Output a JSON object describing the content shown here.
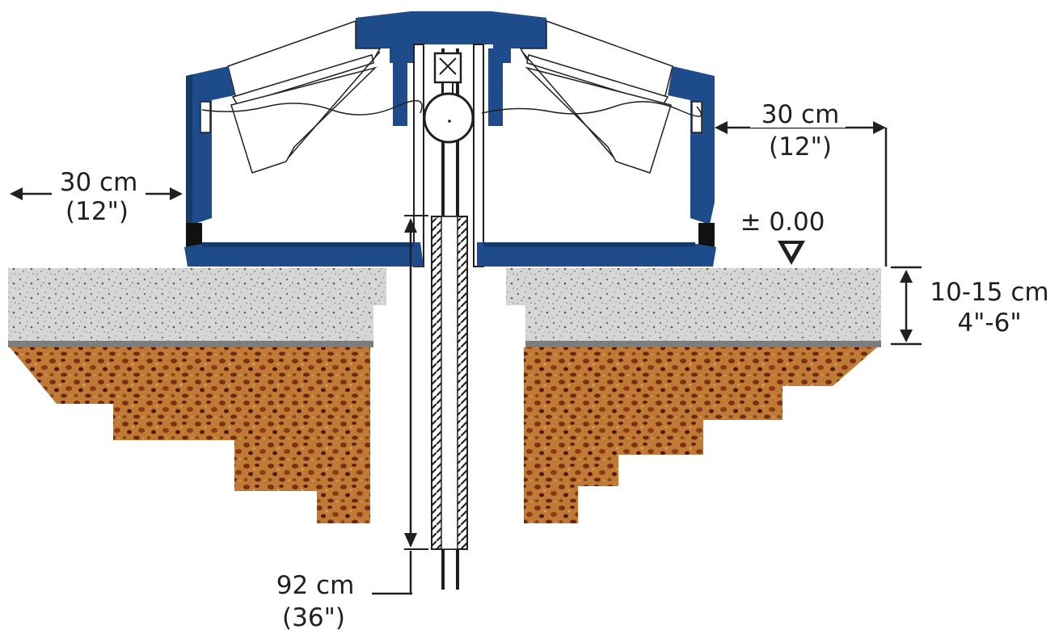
{
  "labels": {
    "left_clearance": {
      "metric": "30 cm",
      "imperial": "(12\")"
    },
    "right_clearance": {
      "metric": "30 cm",
      "imperial": "(12\")"
    },
    "grade_level": "± 0.00",
    "slab_thickness": {
      "metric": "10-15 cm",
      "imperial": "4\"-6\""
    },
    "pipe_depth": {
      "metric": "92 cm",
      "imperial": "(36\")"
    }
  },
  "colors": {
    "housing": "#1e4c8a",
    "housing_dark": "#163a6a",
    "concrete": "#d3d3d3",
    "soil": "#b8702f",
    "soil_dark": "#6a2a10",
    "ink": "#231f20"
  }
}
